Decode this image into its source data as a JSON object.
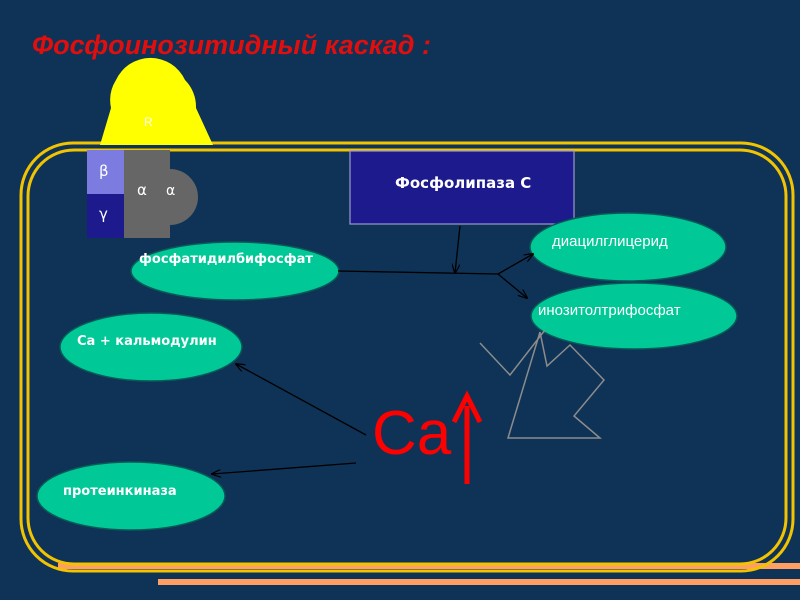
{
  "title": "Фосфоинозитидный каскад :",
  "receptor": {
    "label": "R"
  },
  "g_protein": {
    "beta": "β",
    "gamma": "γ",
    "alpha": "α",
    "alpha_small": "α"
  },
  "enzyme": {
    "label": "Фосфолипаза С"
  },
  "nodes": {
    "pip2": "фосфатидилбифосфат",
    "dag": "диацилглицерид",
    "ip3": "инозитолтрифосфат",
    "calmodulin": "Ca + кальмодулин",
    "kinase": "протеинкиназа"
  },
  "calcium": {
    "label": "Ca"
  },
  "colors": {
    "background": "#0e3357",
    "cell_border": "#f2c300",
    "oval_fill": "#00c896",
    "enzyme_fill": "#1c1a8c",
    "receptor_fill": "#ffff00",
    "title": "#e10e0e",
    "stripes": "#ff9f63"
  }
}
